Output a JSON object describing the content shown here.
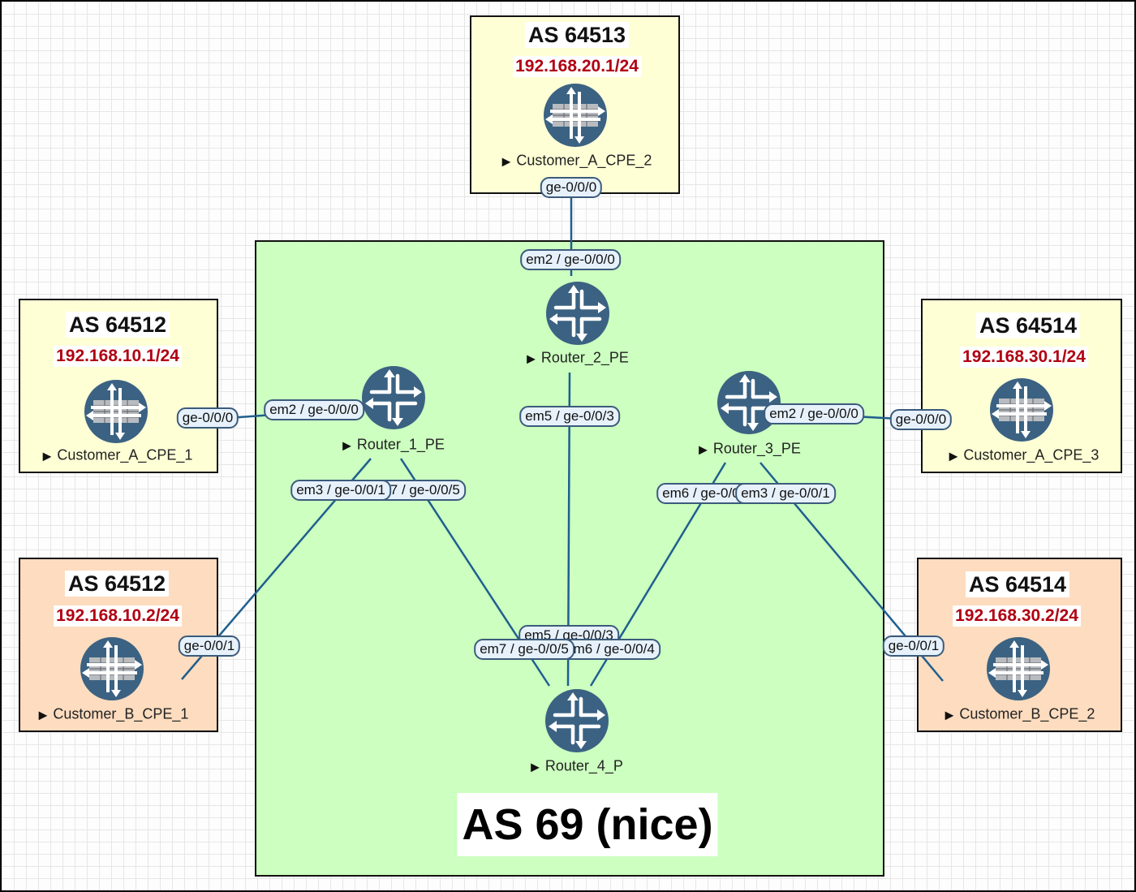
{
  "core": {
    "title": "AS 69 (nice)"
  },
  "sites": {
    "a2": {
      "as": "AS 64513",
      "ip": "192.168.20.1/24",
      "device": "Customer_A_CPE_2"
    },
    "a1": {
      "as": "AS 64512",
      "ip": "192.168.10.1/24",
      "device": "Customer_A_CPE_1"
    },
    "a3": {
      "as": "AS 64514",
      "ip": "192.168.30.1/24",
      "device": "Customer_A_CPE_3"
    },
    "b1": {
      "as": "AS 64512",
      "ip": "192.168.10.2/24",
      "device": "Customer_B_CPE_1"
    },
    "b2": {
      "as": "AS 64514",
      "ip": "192.168.30.2/24",
      "device": "Customer_B_CPE_2"
    }
  },
  "routers": {
    "r1": "Router_1_PE",
    "r2": "Router_2_PE",
    "r3": "Router_3_PE",
    "r4": "Router_4_P"
  },
  "interfaces": {
    "a2_ge": "ge-0/0/0",
    "r2_em2": "em2 / ge-0/0/0",
    "a1_ge": "ge-0/0/0",
    "r1_em2": "em2 / ge-0/0/0",
    "r2_em5": "em5 / ge-0/0/3",
    "r3_em2": "em2 / ge-0/0/0",
    "a3_ge": "ge-0/0/0",
    "r1_em3": "em3 / ge-0/0/1",
    "r1_em7": "em7 / ge-0/0/5",
    "r3_em6": "em6 / ge-0/0/4",
    "r3_em3": "em3 / ge-0/0/1",
    "b1_ge": "ge-0/0/1",
    "b2_ge": "ge-0/0/1",
    "r4_em5": "em5 / ge-0/0/3",
    "r4_em7": "em7 / ge-0/0/5",
    "r4_em6": "em6 / ge-0/0/4"
  },
  "colors": {
    "core_fill": "#ccffc0",
    "customer_a_fill": "#ffffd6",
    "customer_b_fill": "#fddcbf",
    "link": "#1f5f8f",
    "ip_text": "#b00012",
    "router_icon": "#3b6282"
  },
  "icons": {
    "router": "juniper-router-icon",
    "cpe": "juniper-firewall-router-icon"
  }
}
